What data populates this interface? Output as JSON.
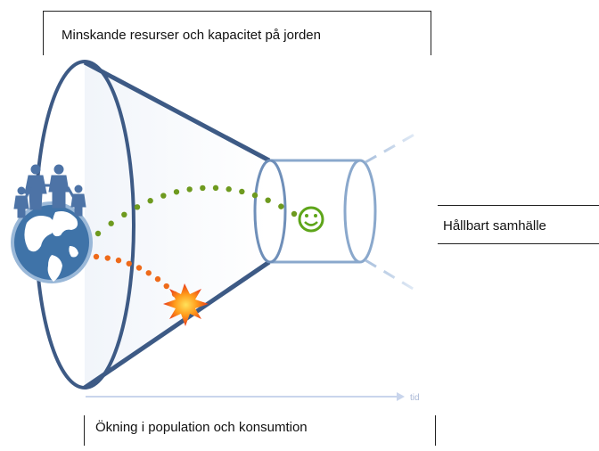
{
  "labels": {
    "top": "Minskande resurser och kapacitet på jorden",
    "right": "Hållbart samhälle",
    "bottom": "Ökning i population och konsumtion",
    "axis": "tid"
  },
  "colors": {
    "funnel_dark": "#3d5a85",
    "funnel_light": "#8aa8cc",
    "green_dots": "#6e9a1f",
    "orange_dots": "#ee6a1a",
    "smiley": "#5ea51a",
    "axis": "#c9d5ec"
  },
  "icons": {
    "people": "people-group-icon",
    "globe": "globe-icon",
    "smiley": "smiley-icon",
    "explosion": "explosion-icon"
  }
}
